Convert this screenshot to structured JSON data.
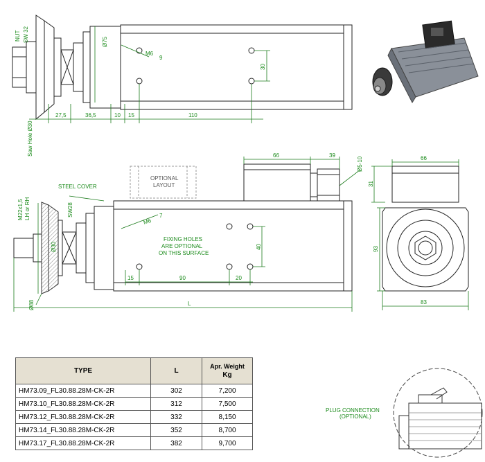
{
  "top_view": {
    "nut_label": "NUT",
    "sw32_label": "SW 32",
    "saw_hole_label": "Saw Hole Ø30",
    "dia75": "Ø75",
    "m6_label": "M6",
    "m6_depth": "9",
    "dim_30": "30",
    "dim_27_5": "27,5",
    "dim_36_5": "36,5",
    "dim_10": "10",
    "dim_15": "15",
    "dim_110": "110"
  },
  "side_view": {
    "steel_cover": "STEEL COVER",
    "thread_label": "M22x1,5",
    "lh_rh_label": "LH or RH",
    "sw28_label": "SW28",
    "dia30": "Ø30",
    "dia88": "Ø88",
    "m6_label": "M6",
    "m6_depth": "7",
    "optional_layout": [
      "OPTIONAL",
      "LAYOUT"
    ],
    "fixing_note": [
      "FIXING HOLES",
      "ARE OPTIONAL",
      "ON THIS SURFACE"
    ],
    "dim_66": "66",
    "dim_39": "39",
    "dia5_10": "Ø5-10",
    "dim_15": "15",
    "dim_90": "90",
    "dim_20": "20",
    "dim_40": "40",
    "dim_L": "L"
  },
  "end_view": {
    "dim_66": "66",
    "dim_31": "31",
    "dim_93": "93",
    "dim_83": "83"
  },
  "plug": {
    "label": "PLUG CONNECTION",
    "sublabel": "(OPTIONAL)"
  },
  "table": {
    "headers": {
      "type": "TYPE",
      "l": "L",
      "weight_line1": "Apr. Weight",
      "weight_line2": "Kg"
    },
    "rows": [
      {
        "type": "HM73.09_FL30.88.28M-CK-2R",
        "l": "302",
        "weight": "7,200"
      },
      {
        "type": "HM73.10_FL30.88.28M-CK-2R",
        "l": "312",
        "weight": "7,500"
      },
      {
        "type": "HM73.12_FL30.88.28M-CK-2R",
        "l": "332",
        "weight": "8,150"
      },
      {
        "type": "HM73.14_FL30.88.28M-CK-2R",
        "l": "352",
        "weight": "8,700"
      },
      {
        "type": "HM73.17_FL30.88.28M-CK-2R",
        "l": "382",
        "weight": "9,700"
      }
    ]
  }
}
